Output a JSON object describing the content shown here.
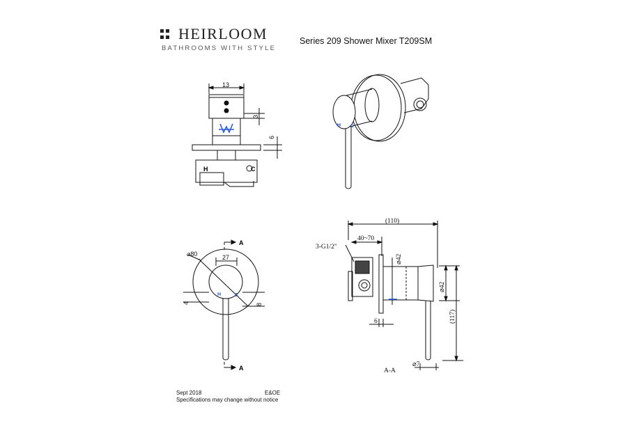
{
  "header": {
    "brand_name": "HEIRLOOM",
    "brand_tagline": "BATHROOMS WITH STYLE",
    "title": "Series 209 Shower Mixer T209SM"
  },
  "top_left_view": {
    "dim_width": "13",
    "dim_small": "3",
    "dim_plate": "6",
    "label_hot": "H",
    "label_cold": "C"
  },
  "iso_view": {
    "label_hot": "H",
    "label_cold": "C"
  },
  "front_view": {
    "dim_diameter": "⌀80",
    "dim_width": "27",
    "dim_left": "4",
    "dim_right": "8",
    "section_mark_top": "A",
    "section_mark_bottom": "A",
    "label_hot": "H",
    "label_cold": "C"
  },
  "section_view": {
    "dim_overall": "(110)",
    "dim_range": "40~70",
    "thread": "3-G1/2\"",
    "dim_body_dia": "⌀42",
    "dim_handle_dia": "⌀42",
    "dim_height": "(117)",
    "dim_plate": "6",
    "dim_lever_dia": "⌀7",
    "section_label": "A-A"
  },
  "footer": {
    "date": "Sept 2018",
    "eoe": "E&OE",
    "notice": "Specifications may change without notice"
  }
}
